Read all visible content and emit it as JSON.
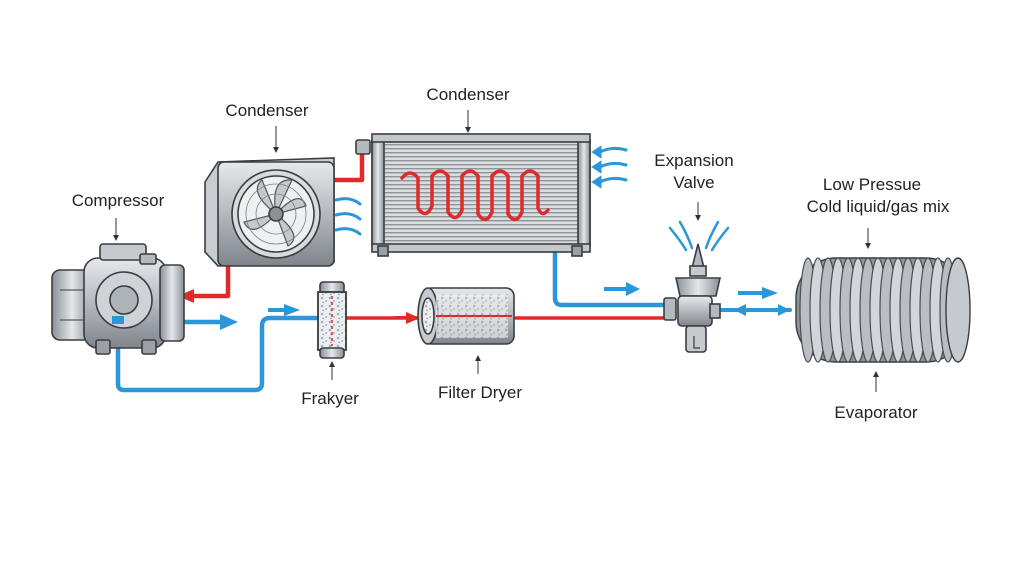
{
  "labels": {
    "condenser_small": "Condenser",
    "condenser_main": "Condenser",
    "compressor": "Compressor",
    "expansion_valve_line1": "Expansion",
    "expansion_valve_line2": "Valve",
    "low_pressure_line1": "Low Pressue",
    "low_pressure_line2": "Cold liquid/gas mix",
    "frakyer": "Frakyer",
    "filter_dryer": "Filter Dryer",
    "evaporator": "Evaporator"
  },
  "colors": {
    "hot_line": "#e02a2a",
    "cold_line": "#2b96d8",
    "metal": "#b9bec3",
    "outline": "#3a3d40"
  }
}
